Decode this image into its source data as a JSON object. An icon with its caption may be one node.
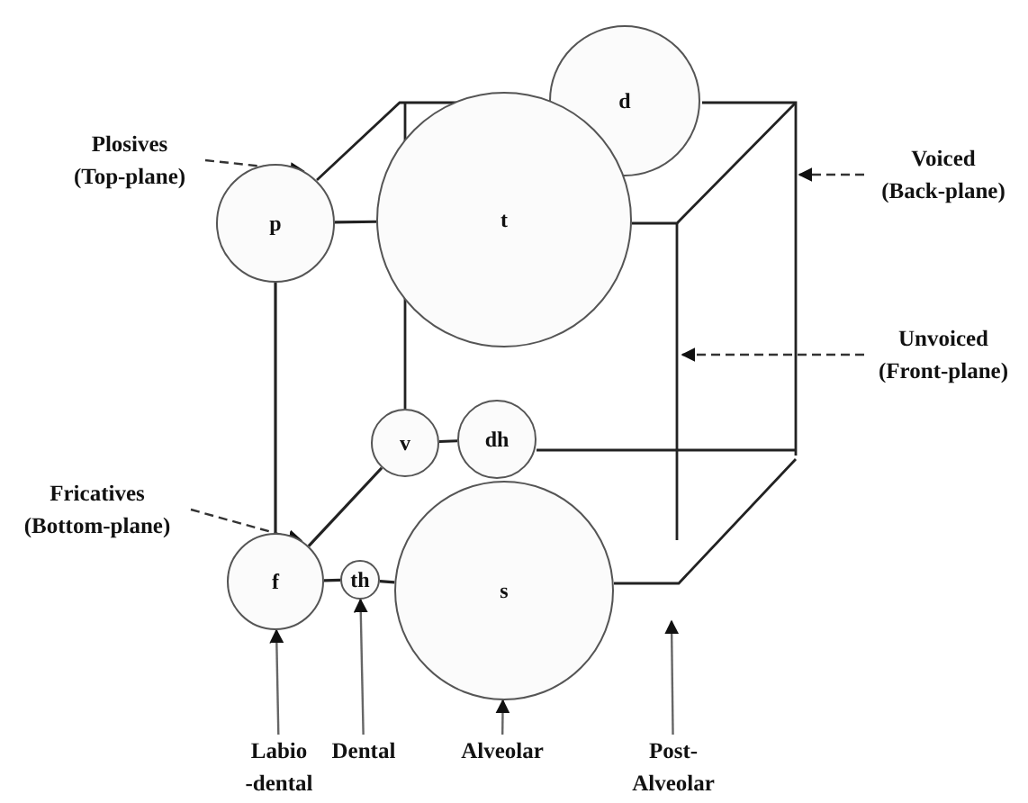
{
  "diagram": {
    "nodes": [
      {
        "text": [
          "Plosives (Top-plane)"
        ]
      },
      {
        "text": [
          "d"
        ]
      },
      {
        "text": [
          "Voiced (Back-plane)"
        ]
      },
      {
        "text": [
          "p"
        ]
      },
      {
        "text": [
          "t"
        ]
      },
      {
        "text": [
          "Unvoiced (Front-plane)"
        ]
      },
      {
        "text": [
          "v"
        ]
      },
      {
        "text": [
          "dh"
        ]
      },
      {
        "text": [
          "Fricatives (Bottom-plane)"
        ]
      },
      {
        "text": [
          "f"
        ]
      },
      {
        "text": [
          "th"
        ]
      },
      {
        "text": [
          "s"
        ]
      },
      {
        "text": [
          "Labio -dental"
        ]
      },
      {
        "text": [
          "Dental"
        ]
      },
      {
        "text": [
          "Alveolar"
        ]
      },
      {
        "text": [
          "Post- Alveolar"
        ]
      }
    ],
    "edges": [
      {
        "from": 3,
        "to": 4,
        "arrow": "none"
      },
      {
        "from": 3,
        "to": 9,
        "arrow": "none"
      },
      {
        "from": 6,
        "to": 7,
        "arrow": "none"
      },
      {
        "from": 9,
        "to": 6,
        "arrow": "none"
      },
      {
        "from": 9,
        "to": 10,
        "arrow": "none"
      },
      {
        "from": 10,
        "to": 11,
        "arrow": "none"
      },
      {
        "from": 0,
        "to": 3,
        "arrow": "to",
        "style": "dashed"
      },
      {
        "from": 2,
        "to": null,
        "arrow": "to",
        "style": "dashed"
      },
      {
        "from": 5,
        "to": null,
        "arrow": "to",
        "style": "dashed"
      },
      {
        "from": 8,
        "to": 9,
        "arrow": "to",
        "style": "dashed"
      },
      {
        "from": 12,
        "to": 9,
        "arrow": "to"
      },
      {
        "from": 13,
        "to": 10,
        "arrow": "to"
      },
      {
        "from": 14,
        "to": 11,
        "arrow": "to"
      },
      {
        "from": 15,
        "to": null,
        "arrow": "to"
      }
    ]
  }
}
